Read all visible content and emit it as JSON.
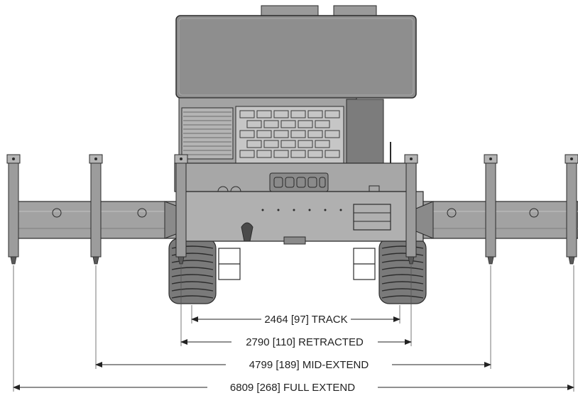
{
  "dimensions": [
    {
      "id": "track",
      "value_mm": 2464,
      "value_in": 97,
      "text": "2464 [97] TRACK"
    },
    {
      "id": "retracted",
      "value_mm": 2790,
      "value_in": 110,
      "text": "2790 [110] RETRACTED"
    },
    {
      "id": "mid-extend",
      "value_mm": 4799,
      "value_in": 189,
      "text": "4799 [189] MID-EXTEND"
    },
    {
      "id": "full-extend",
      "value_mm": 6809,
      "value_in": 268,
      "text": "6809 [268] FULL EXTEND"
    }
  ],
  "colors": {
    "body_light": "#a9a9a9",
    "body_mid": "#8c8c8c",
    "body_dark": "#5f5f5f",
    "outline": "#2b2b2b",
    "dim_line": "#222222"
  }
}
